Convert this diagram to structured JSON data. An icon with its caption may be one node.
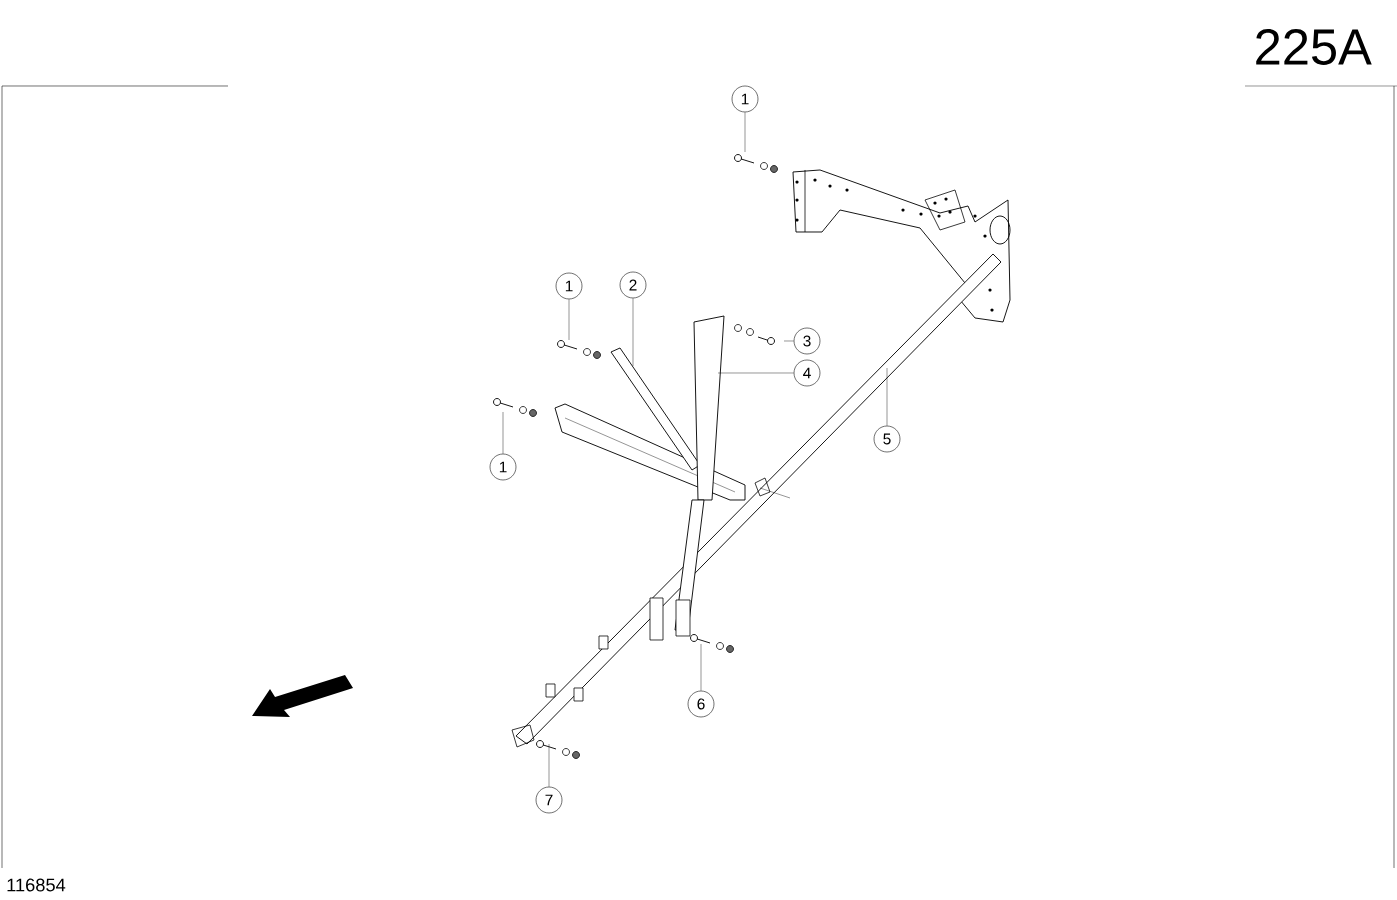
{
  "diagram": {
    "nodes": [
      {
        "text": [
          "1"
        ]
      },
      {
        "text": [
          "1"
        ]
      },
      {
        "text": [
          "2"
        ]
      },
      {
        "text": [
          "3"
        ]
      },
      {
        "text": [
          "4"
        ]
      },
      {
        "text": [
          "5"
        ]
      },
      {
        "text": [
          "1"
        ]
      },
      {
        "text": [
          "6"
        ]
      },
      {
        "text": [
          "7"
        ]
      }
    ],
    "edges": [
      {
        "from": 0,
        "to": null,
        "arrow": "none"
      },
      {
        "from": 1,
        "to": null,
        "arrow": "none"
      },
      {
        "from": 2,
        "to": null,
        "arrow": "none"
      },
      {
        "from": 3,
        "to": null,
        "arrow": "none"
      },
      {
        "from": 4,
        "to": null,
        "arrow": "none"
      },
      {
        "from": 5,
        "to": null,
        "arrow": "none"
      },
      {
        "from": 6,
        "to": null,
        "arrow": "none"
      },
      {
        "from": 7,
        "to": null,
        "arrow": "none"
      },
      {
        "from": 8,
        "to": null,
        "arrow": "none"
      }
    ],
    "labels": [
      "225A",
      "116854"
    ]
  }
}
